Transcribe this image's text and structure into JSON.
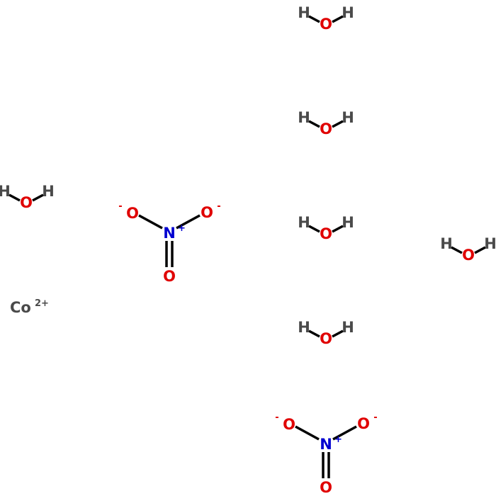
{
  "title": "Cobalt(II) nitrate hexahydrate",
  "elements": {
    "H": "H",
    "O": "O",
    "N": "N",
    "Co": "Co"
  },
  "charges": {
    "minus": "-",
    "plus": "+",
    "cobalt": "2+"
  },
  "colors": {
    "O": "#e00000",
    "N": "#0000d0",
    "H": "#4a4a4a",
    "Co": "#4a4a4a",
    "bond": "#000000"
  },
  "molecules": [
    {
      "type": "water",
      "count": 6
    },
    {
      "type": "nitrate",
      "count": 2
    },
    {
      "type": "cobalt-ion",
      "count": 1
    }
  ]
}
